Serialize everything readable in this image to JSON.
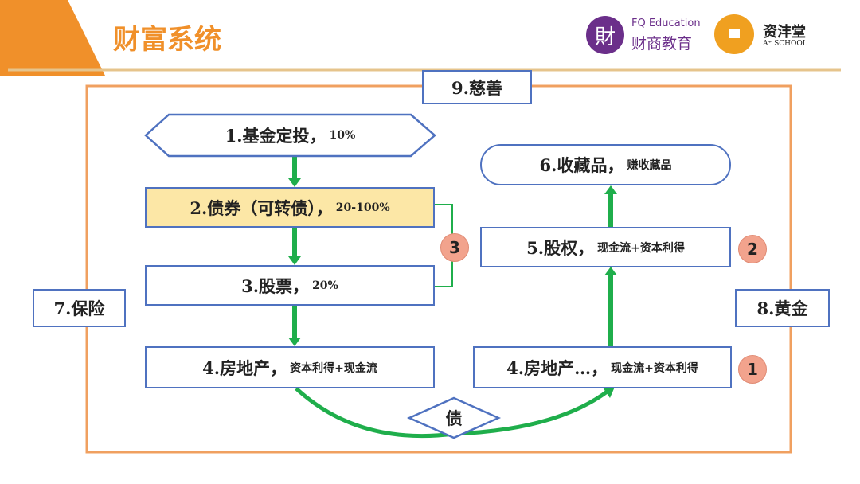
{
  "header": {
    "title": "财富系统",
    "logo1_en": "FQ Education",
    "logo1_cn": "财商教育",
    "logo1_mark": "財",
    "logo2_cn": "资沣堂",
    "logo2_en": "A⁺ SCHOOL"
  },
  "nodes": {
    "n9": "9.慈善",
    "n1": {
      "main": "1.基金定投，",
      "sub": "10%"
    },
    "n2": {
      "main": "2.债券（可转债），",
      "sub": "20-100%"
    },
    "n3": {
      "main": "3.股票，",
      "sub": "20%"
    },
    "n4l": {
      "main": "4.房地产，",
      "sub": "资本利得+现金流"
    },
    "n6": {
      "main": "6.收藏品，",
      "sub": "赚收藏品"
    },
    "n5": {
      "main": "5.股权，",
      "sub": "现金流+资本利得"
    },
    "n4r": {
      "main": "4.房地产…，",
      "sub": "现金流+资本利得"
    },
    "n7": "7.保险",
    "n8": "8.黄金",
    "debt": "债"
  },
  "badges": {
    "b3": "3",
    "b2": "2",
    "b1": "1"
  },
  "colors": {
    "accent": "#f0902a",
    "border": "#4f72c0",
    "arrow": "#1fae4b",
    "highlight": "#fce7a6",
    "badge": "#f2a38d"
  }
}
